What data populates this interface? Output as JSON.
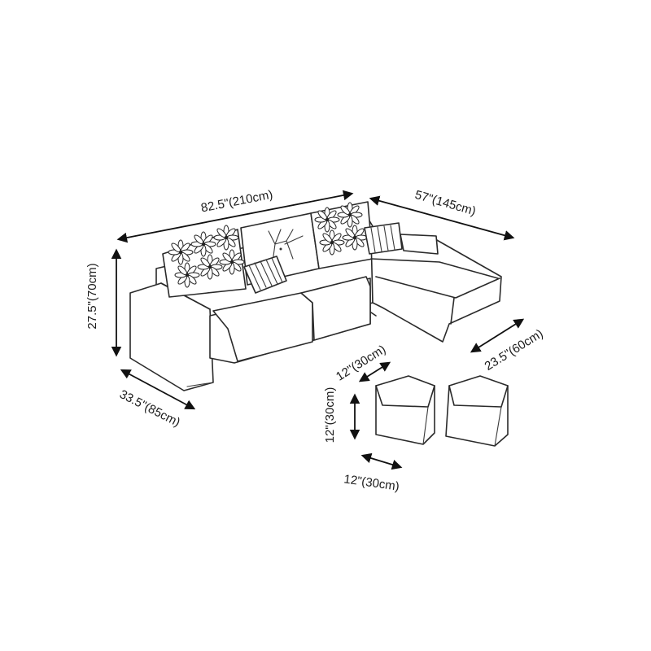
{
  "dimensions": {
    "sofa_length": "82.5\"(210cm)",
    "chaise_length": "57\"(145cm)",
    "sofa_height": "27.5\"(70cm)",
    "sofa_depth": "33.5\"(85cm)",
    "chaise_depth": "23.5\"(60cm)",
    "ottoman_depth": "12\"(30cm)",
    "ottoman_height": "12\"(30cm)",
    "ottoman_width": "12\"(30cm)"
  },
  "items": [
    "sectional-sofa",
    "chaise-lounge",
    "ottoman",
    "ottoman"
  ]
}
